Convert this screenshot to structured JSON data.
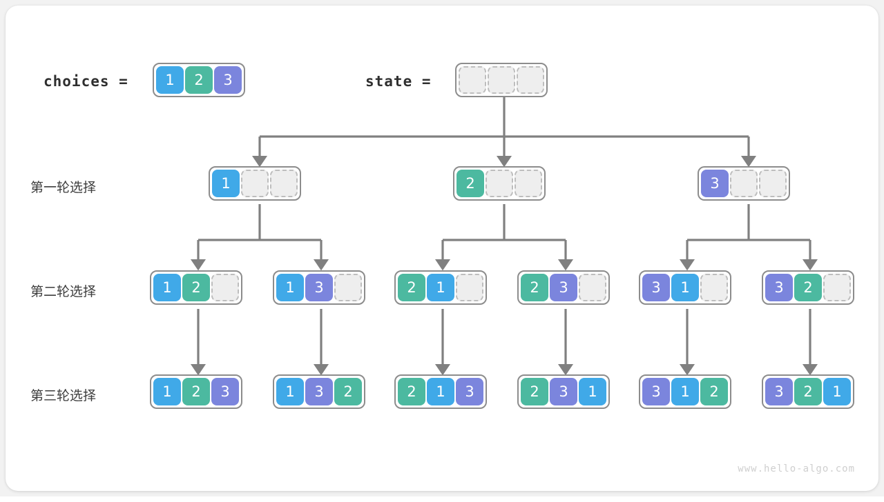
{
  "figure": {
    "watermark": "www.hello-algo.com",
    "colors": {
      "value_1": "#40a9e8",
      "value_2": "#4cb9a0",
      "value_3": "#7b85dd",
      "empty_cell": "#eeeeee",
      "border": "#8c8c8c",
      "edge": "#808080",
      "card": "#ffffff",
      "background": "#f2f2f2"
    }
  },
  "header": {
    "choices_label": "choices =",
    "choices": [
      1,
      2,
      3
    ],
    "state_label": "state =",
    "state": [
      "",
      "",
      ""
    ]
  },
  "rows": [
    {
      "label": "第一轮选择",
      "nodes": [
        {
          "cells": [
            "1",
            "",
            ""
          ]
        },
        {
          "cells": [
            "2",
            "",
            ""
          ]
        },
        {
          "cells": [
            "3",
            "",
            ""
          ]
        }
      ]
    },
    {
      "label": "第二轮选择",
      "nodes": [
        {
          "cells": [
            "1",
            "2",
            ""
          ]
        },
        {
          "cells": [
            "1",
            "3",
            ""
          ]
        },
        {
          "cells": [
            "2",
            "1",
            ""
          ]
        },
        {
          "cells": [
            "2",
            "3",
            ""
          ]
        },
        {
          "cells": [
            "3",
            "1",
            ""
          ]
        },
        {
          "cells": [
            "3",
            "2",
            ""
          ]
        }
      ]
    },
    {
      "label": "第三轮选择",
      "nodes": [
        {
          "cells": [
            "1",
            "2",
            "3"
          ]
        },
        {
          "cells": [
            "1",
            "3",
            "2"
          ]
        },
        {
          "cells": [
            "2",
            "1",
            "3"
          ]
        },
        {
          "cells": [
            "2",
            "3",
            "1"
          ]
        },
        {
          "cells": [
            "3",
            "1",
            "2"
          ]
        },
        {
          "cells": [
            "3",
            "2",
            "1"
          ]
        }
      ]
    }
  ]
}
